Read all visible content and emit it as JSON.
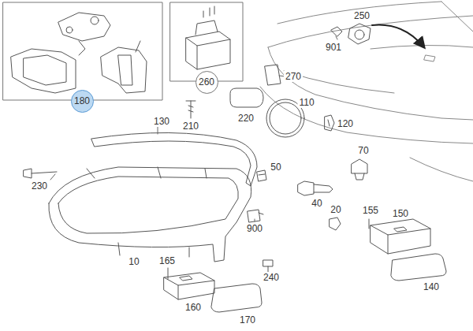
{
  "diagram": {
    "nodes": [
      {
        "text": [
          "180"
        ]
      },
      {
        "text": [
          "260"
        ]
      }
    ],
    "labels": [
      "250",
      "901",
      "270",
      "210",
      "220",
      "110",
      "130",
      "120",
      "70",
      "50",
      "230",
      "40",
      "20",
      "155",
      "150",
      "900",
      "10",
      "165",
      "240",
      "160",
      "140",
      "170"
    ]
  }
}
